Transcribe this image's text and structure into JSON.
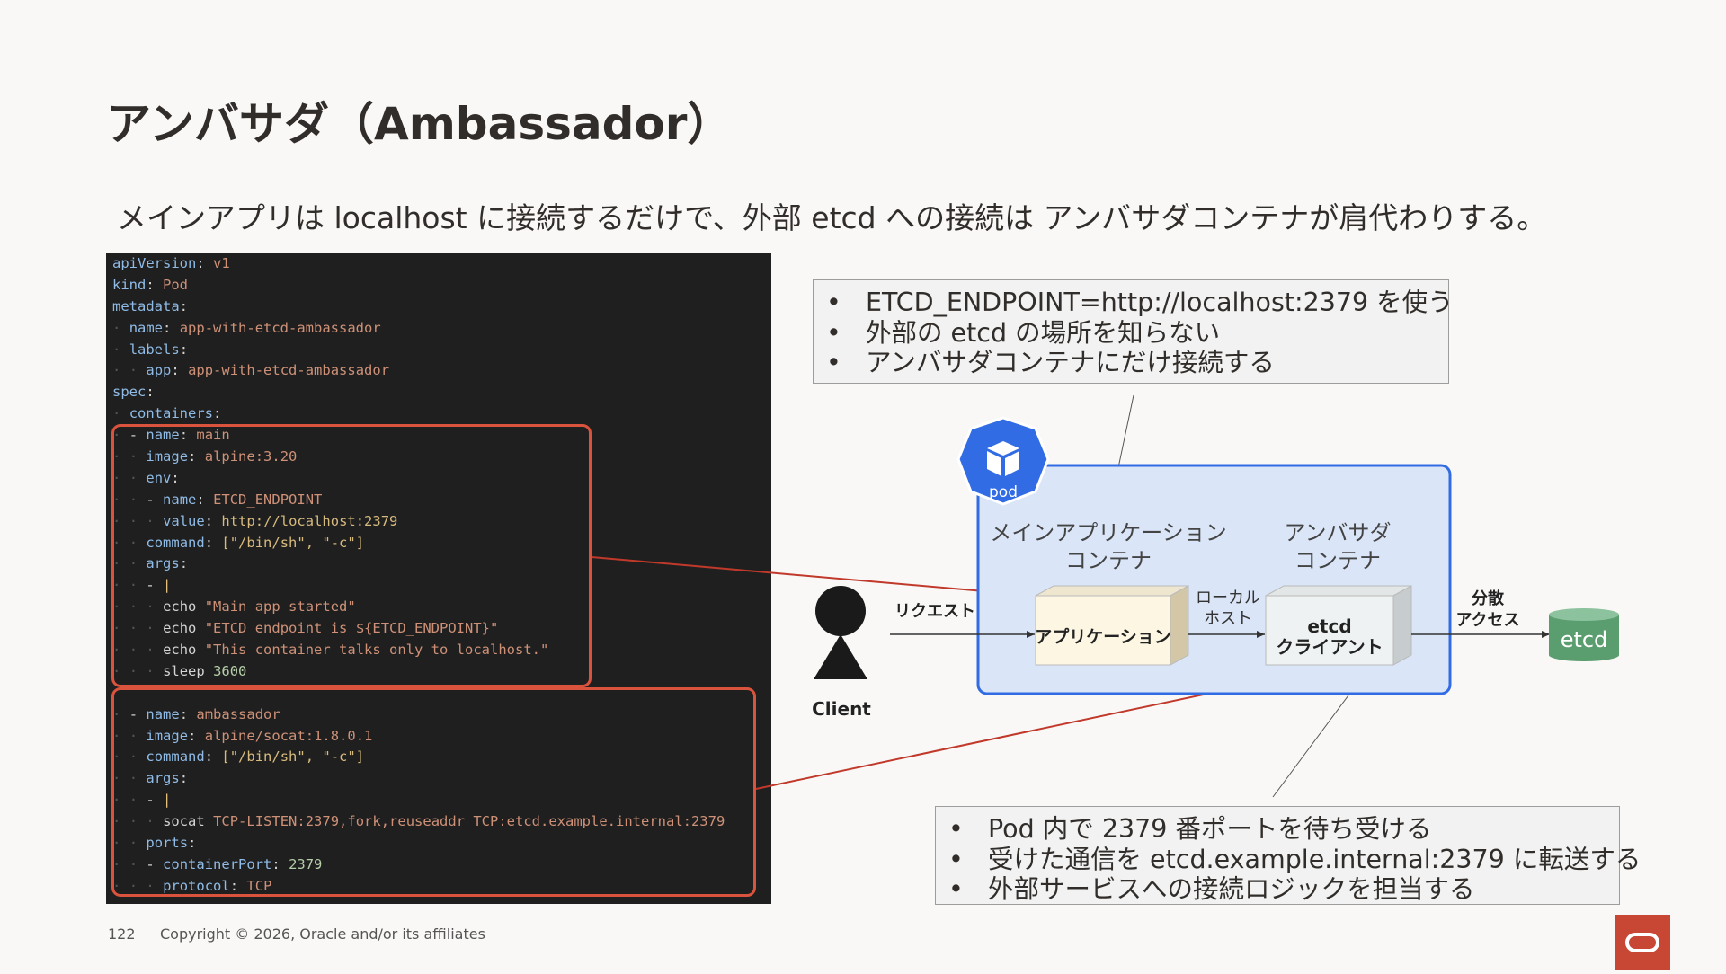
{
  "title": "アンバサダ（Ambassador）",
  "subtitle": "メインアプリは localhost に接続するだけで、外部 etcd への接続は アンバサダコンテナが肩代わりする。",
  "code_lines": [
    "apiVersion: v1",
    "kind: Pod",
    "metadata:",
    "  name: app-with-etcd-ambassador",
    "  labels:",
    "    app: app-with-etcd-ambassador",
    "spec:",
    "  containers:",
    "  - name: main",
    "    image: alpine:3.20",
    "    env:",
    "    - name: ETCD_ENDPOINT",
    "      value: http://localhost:2379",
    "    command: [\"/bin/sh\", \"-c\"]",
    "    args:",
    "    - |",
    "      echo \"Main app started\"",
    "      echo \"ETCD endpoint is ${ETCD_ENDPOINT}\"",
    "      echo \"This container talks only to localhost.\"",
    "      sleep 3600",
    "",
    "  - name: ambassador",
    "    image: alpine/socat:1.8.0.1",
    "    command: [\"/bin/sh\", \"-c\"]",
    "    args:",
    "    - |",
    "      socat TCP-LISTEN:2379,fork,reuseaddr TCP:etcd.example.internal:2379",
    "    ports:",
    "    - containerPort: 2379",
    "      protocol: TCP"
  ],
  "callout_main": [
    "ETCD_ENDPOINT=http://localhost:2379 を使う",
    "外部の etcd の場所を知らない",
    "アンバサダコンテナにだけ接続する"
  ],
  "callout_ambassador": [
    "Pod 内で 2379 番ポートを待ち受ける",
    "受けた通信を etcd.example.internal:2379 に転送する",
    "外部サービスへの接続ロジックを担当する"
  ],
  "diagram": {
    "pod_label": "pod",
    "main_container_label_1": "メインアプリケーション",
    "main_container_label_2": "コンテナ",
    "ambassador_label_1": "アンバサダ",
    "ambassador_label_2": "コンテナ",
    "app_box": "アプリケーション",
    "client_box_1": "etcd",
    "client_box_2": "クライアント",
    "localhost_1": "ローカル",
    "localhost_2": "ホスト",
    "request": "リクエスト",
    "distributed_1": "分散",
    "distributed_2": "アクセス",
    "etcd_db": "etcd",
    "client": "Client"
  },
  "colors": {
    "accent_red": "#d9533d",
    "pod_blue": "#326ce5",
    "pod_bg": "#dae6f8",
    "etcd_green": "#5a9e6f",
    "code_bg": "#1f1f1f"
  },
  "footer": {
    "page": "122",
    "copyright": "Copyright © 2026, Oracle and/or its affiliates"
  }
}
